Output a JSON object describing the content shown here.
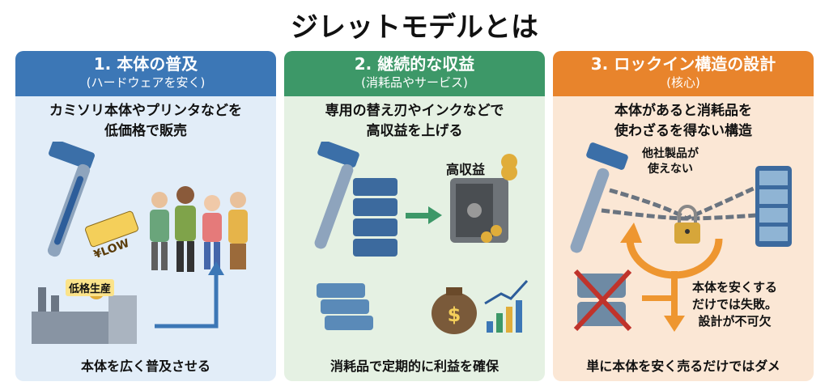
{
  "title": "ジレットモデルとは",
  "panels": [
    {
      "heading": "1. 本体の普及",
      "subheading": "(ハードウェアを安く)",
      "description": [
        "カミソリ本体やプリンタなどを",
        "低価格で販売"
      ],
      "price_tag": "¥LOW",
      "factory_label": "低格生産",
      "footer": "本体を広く普及させる",
      "color": "#3c77b6"
    },
    {
      "heading": "2. 継続的な収益",
      "subheading": "(消耗品やサービス)",
      "description": [
        "専用の替え刃やインクなどで",
        "高収益を上げる"
      ],
      "safe_label": "高収益",
      "footer": "消耗品で定期的に利益を確保",
      "color": "#3d9868"
    },
    {
      "heading": "3. ロックイン構造の設計",
      "subheading": "(核心)",
      "description": [
        "本体があると消耗品を",
        "使わざるを得ない構造"
      ],
      "lock_label": [
        "他社製品が",
        "使えない"
      ],
      "warning": [
        "本体を安くする",
        "だけでは失敗。",
        "設計が不可欠"
      ],
      "footer": "単に本体を安く売るだけではダメ",
      "color": "#e8842c"
    }
  ]
}
